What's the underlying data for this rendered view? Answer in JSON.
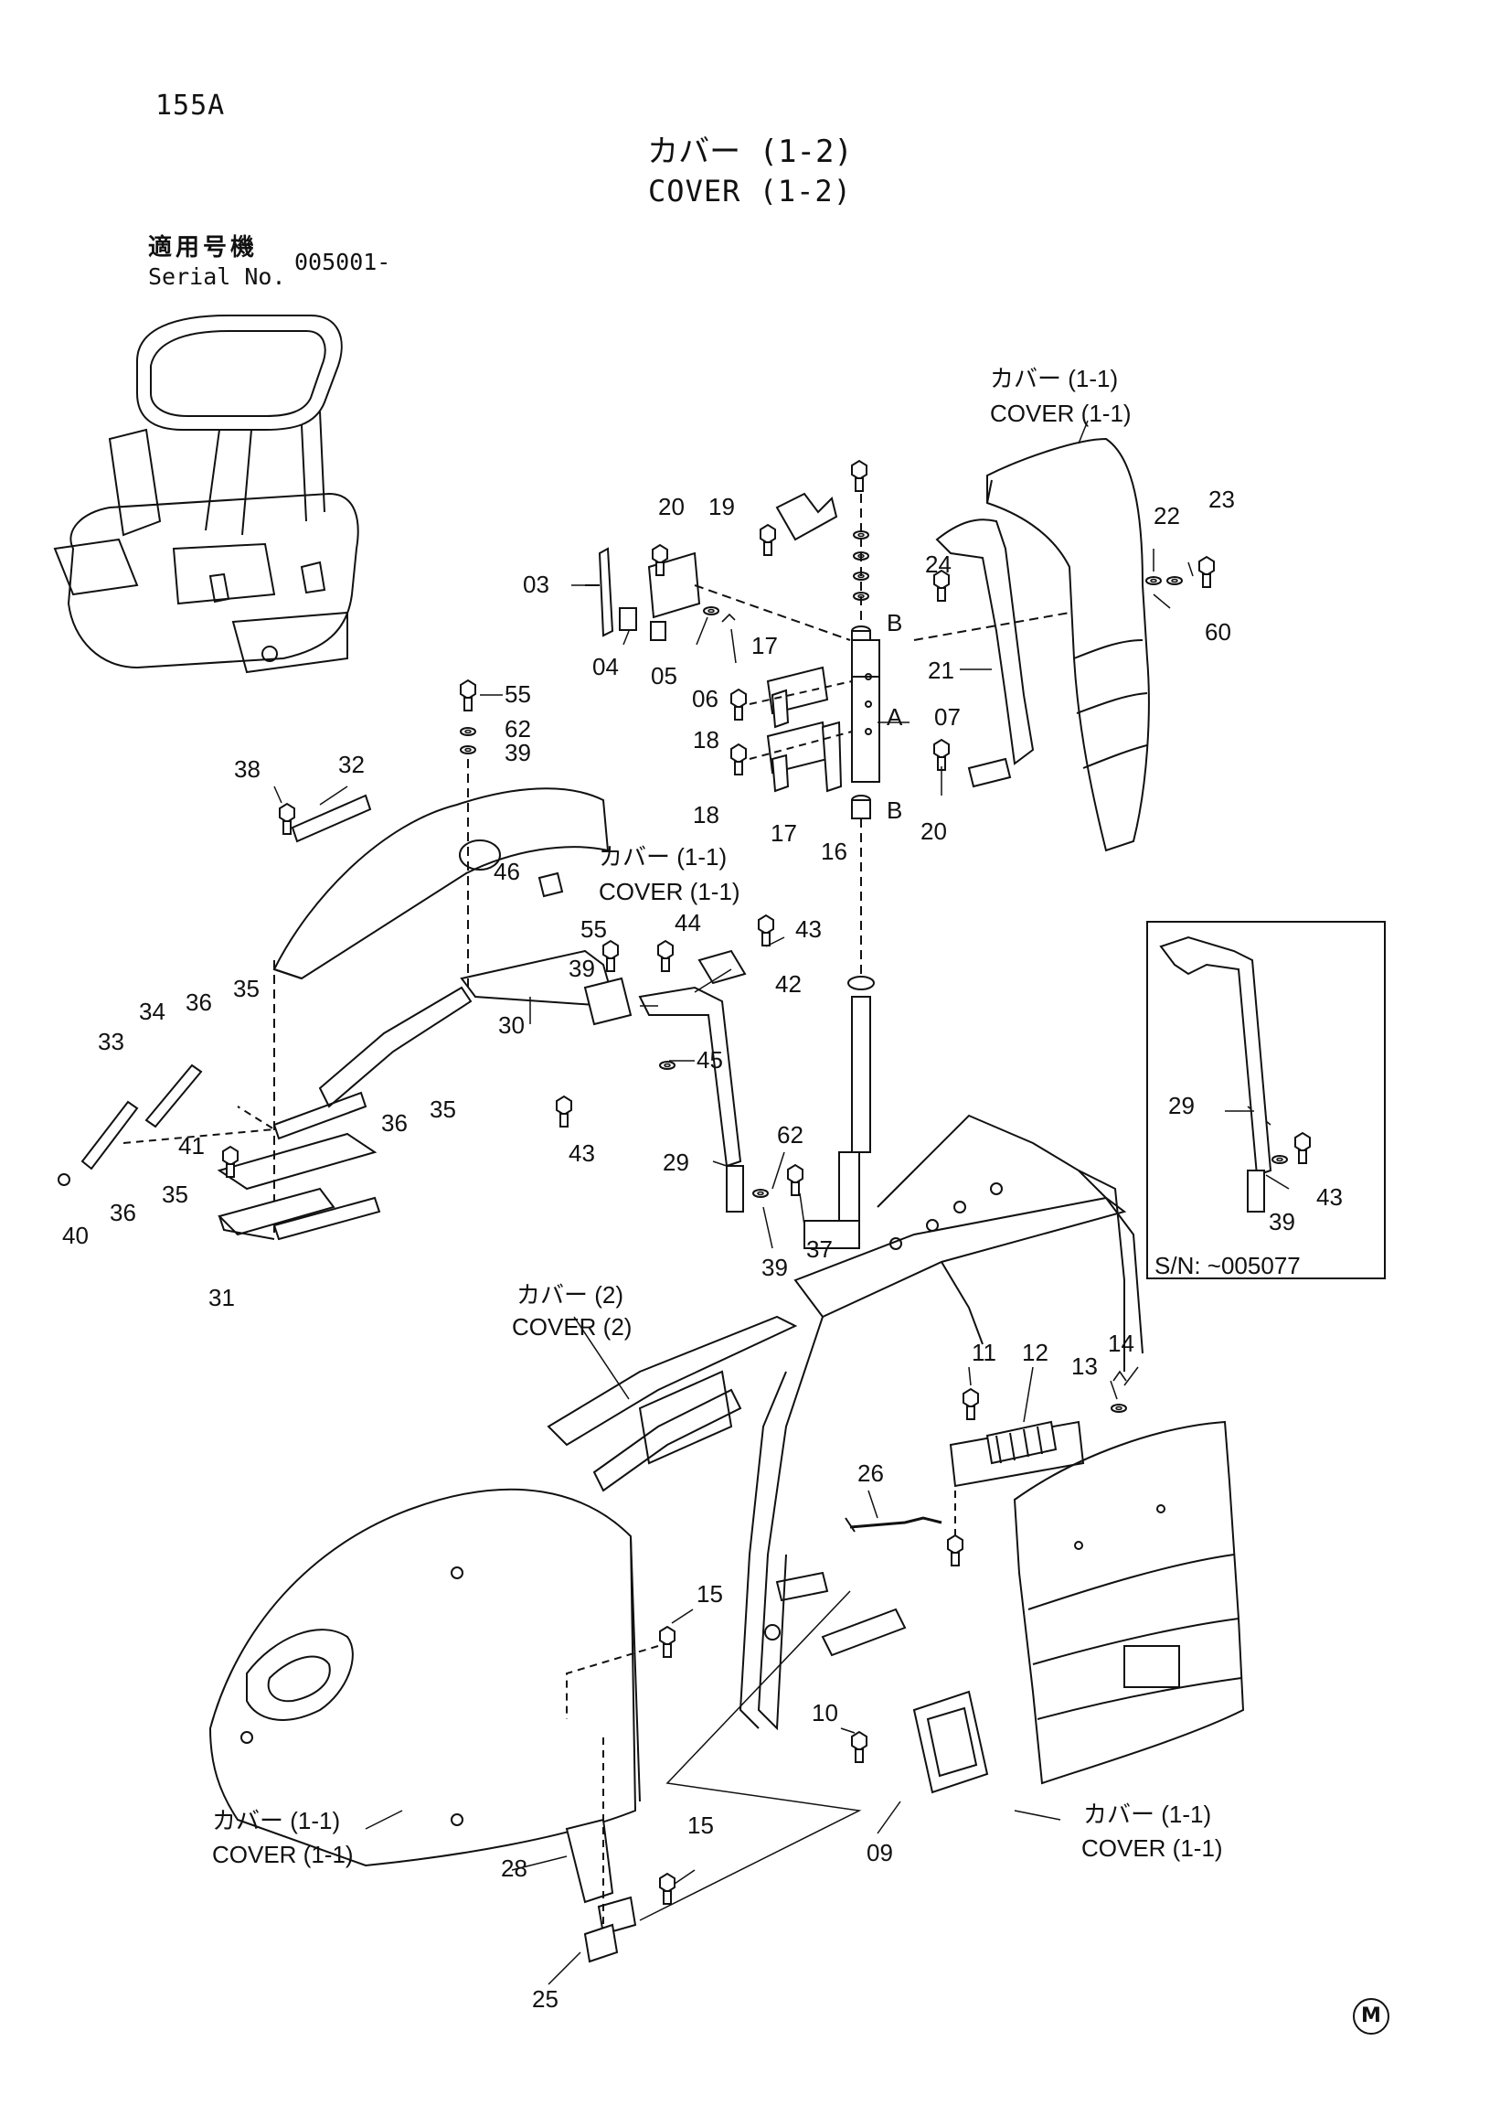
{
  "header": {
    "page_no": "155A",
    "title_jp": "カバー (1-2)",
    "title_en": "COVER (1-2)",
    "serial_label_jp": "適用号機",
    "serial_label_en": "Serial No.",
    "serial_value": "005001-"
  },
  "cover_refs": {
    "top_right_jp": "カバー (1-1)",
    "top_right_en": "COVER (1-1)",
    "mid_jp": "カバー (1-1)",
    "mid_en": "COVER (1-1)",
    "cover2_jp": "カバー (2)",
    "cover2_en": "COVER (2)",
    "bottom_left_jp": "カバー (1-1)",
    "bottom_left_en": "COVER (1-1)",
    "bottom_right_jp": "カバー (1-1)",
    "bottom_right_en": "COVER (1-1)"
  },
  "inset": {
    "serial_note": "S/N: ~005077"
  },
  "callouts": {
    "c20a": "20",
    "c19": "19",
    "c03": "03",
    "c04": "04",
    "c05": "05",
    "c06": "06",
    "c17a": "17",
    "c18a": "18",
    "c18b": "18",
    "c17b": "17",
    "c16": "16",
    "cBa": "B",
    "cA": "A",
    "cBb": "B",
    "c07": "07",
    "c24": "24",
    "c21": "21",
    "c22": "22",
    "c23": "23",
    "c60": "60",
    "c20b": "20",
    "c55a": "55",
    "c62a": "62",
    "c39a": "39",
    "c38": "38",
    "c32": "32",
    "c46": "46",
    "c55b": "55",
    "c39b": "39",
    "c44": "44",
    "c43a": "43",
    "c42": "42",
    "c45": "45",
    "c30": "30",
    "c43b": "43",
    "c36a": "36",
    "c35a": "35",
    "c34": "34",
    "c33": "33",
    "c36b": "36",
    "c35b": "35",
    "c41": "41",
    "c35c": "35",
    "c36c": "36",
    "c40": "40",
    "c31": "31",
    "c29a": "29",
    "c62b": "62",
    "c37": "37",
    "c39c": "39",
    "c29b": "29",
    "c43c": "43",
    "c39d": "39",
    "c11": "11",
    "c12": "12",
    "c13": "13",
    "c14": "14",
    "c26": "26",
    "c15a": "15",
    "c10": "10",
    "c09": "09",
    "c15b": "15",
    "c28": "28",
    "c25": "25"
  },
  "mark": "M"
}
